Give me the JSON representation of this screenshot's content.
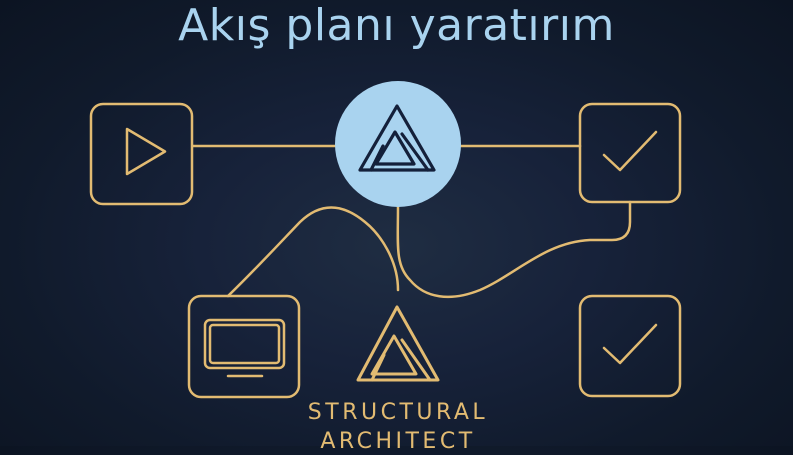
{
  "title": "Akış planı yaratırım",
  "brand": {
    "line1": "STRUCTURAL",
    "line2": "ARCHITECT"
  },
  "nodes": [
    {
      "id": "start",
      "icon": "play-icon"
    },
    {
      "id": "hub",
      "icon": "triangle-logo-icon"
    },
    {
      "id": "check-top",
      "icon": "checkmark-icon"
    },
    {
      "id": "monitor",
      "icon": "monitor-icon"
    },
    {
      "id": "check-bottom",
      "icon": "checkmark-icon"
    }
  ],
  "colors": {
    "background": "#14203a",
    "gold": "#e2bb72",
    "hub_fill": "#a9d3ef",
    "hub_icon": "#14203a",
    "title": "#a9d3ef"
  }
}
